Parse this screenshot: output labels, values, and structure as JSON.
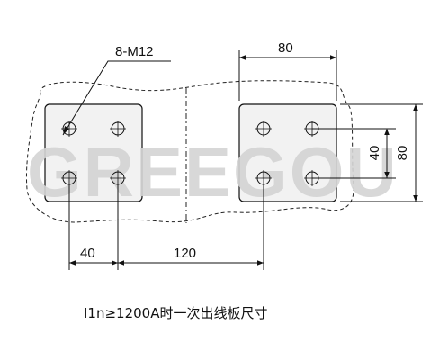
{
  "diagram": {
    "bolt_label": "8-M12",
    "dim_top_width": "80",
    "dim_inner_height": "40",
    "dim_outer_height": "80",
    "dim_hole_spacing": "40",
    "dim_plate_spacing": "120",
    "caption": "I1n≥1200A时一次出线板尺寸",
    "watermark": "GREEGOU",
    "colors": {
      "line": "#111111",
      "plate_fill": "#f2f2f2",
      "watermark": "#d4d4d4",
      "watermark_accent": "#e53935"
    }
  }
}
